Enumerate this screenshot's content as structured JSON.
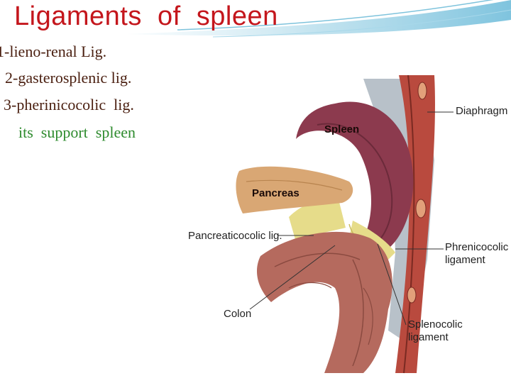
{
  "slide": {
    "title": "Ligaments  of  spleen",
    "lines": [
      "1-lieno-renal Lig.",
      "2-gasterosplenic lig.",
      "3-pherinicocolic  lig.",
      "its  support  spleen"
    ]
  },
  "figure": {
    "labels": {
      "diaphragm": "Diaphragm",
      "spleen": "Spleen",
      "pancreas": "Pancreas",
      "pancreaticocolic": "Pancreaticocolic lig.",
      "phrenicocolic_1": "Phrenicocolic",
      "phrenicocolic_2": "ligament",
      "colon": "Colon",
      "splenocolic_1": "Splenocolic",
      "splenocolic_2": "ligament"
    }
  },
  "colors": {
    "title": "#c4161c",
    "body_text": "#4a1f10",
    "highlight_text": "#2e8b2e",
    "spleen": "#8c3a4e",
    "pancreas": "#d9a774",
    "colon": "#b56a5e",
    "ligament": "#e6dc8a"
  }
}
